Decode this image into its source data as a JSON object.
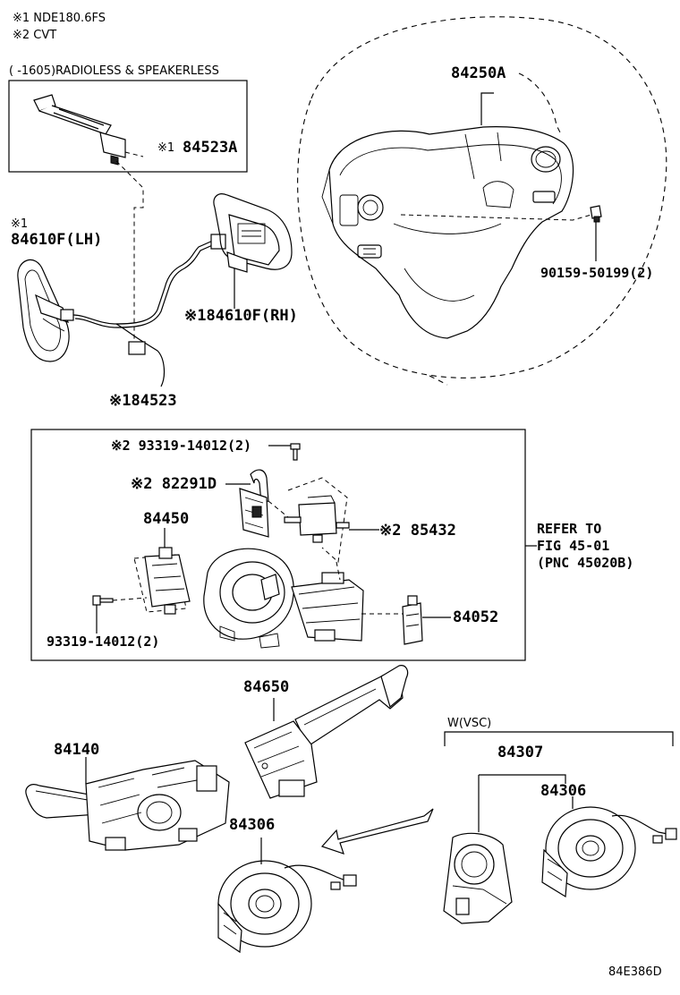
{
  "notes": {
    "note1": "※1 NDE180.6FS",
    "note2": "※2 CVT",
    "radioless": "(      -1605)RADIOLESS & SPEAKERLESS"
  },
  "parts": {
    "p84250A": "84250A",
    "p84523A_mark": "※1",
    "p84523A": "84523A",
    "p84610F_lh_mark": "※1",
    "p84610F_lh": "84610F(LH)",
    "p84610F_rh": "※184610F(RH)",
    "p90159": "90159-50199(2)",
    "p84523": "※184523",
    "p93319_top": "※2 93319-14012(2)",
    "p82291D": "※2 82291D",
    "p84450": "84450",
    "p85432": "※2 85432",
    "p93319_bottom": "93319-14012(2)",
    "p84052": "84052",
    "p84650": "84650",
    "p84140": "84140",
    "p84306_center": "84306",
    "wvsc": "W(VSC)",
    "p84307": "84307",
    "p84306_right": "84306"
  },
  "refer": {
    "line1": "REFER TO",
    "line2": "FIG 45-01",
    "line3": "(PNC 45020B)"
  },
  "diagram_id": "84E386D"
}
